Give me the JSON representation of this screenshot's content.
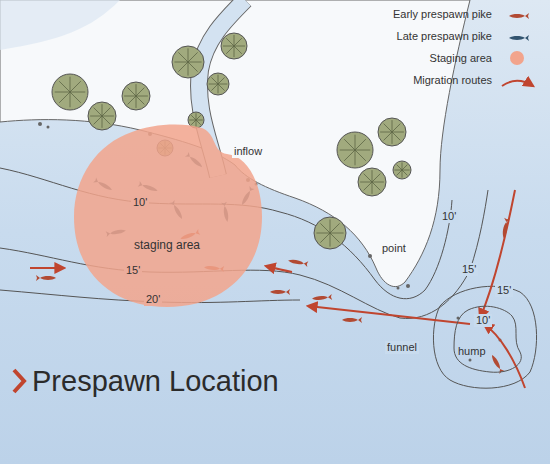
{
  "diagram": {
    "title": "Prespawn Location",
    "nodes": [
      {
        "text": [
          "staging area"
        ]
      },
      {
        "text": [
          "hump"
        ]
      }
    ],
    "labels": [
      "inflow",
      "10'",
      "15'",
      "20'",
      "point",
      "10'",
      "15'",
      "funnel",
      "10'",
      "15'"
    ],
    "legend": [
      {
        "text": "Early prespawn pike"
      },
      {
        "text": "Late prespawn pike"
      },
      {
        "text": "Staging area",
        "color": "#f2a48c"
      },
      {
        "text": "Migration routes"
      }
    ]
  }
}
